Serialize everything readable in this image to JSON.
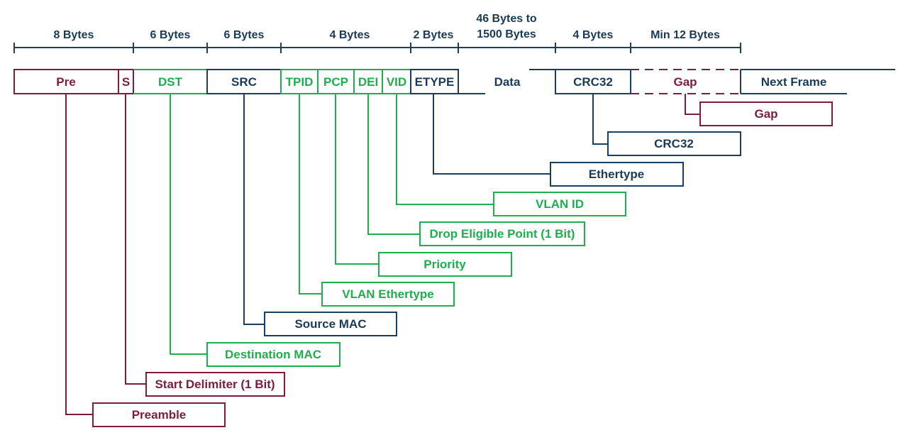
{
  "colors": {
    "maroon": "#7d1c3c",
    "navy": "#173f5f",
    "green": "#1fae4e",
    "text_dark": "#1b3a57"
  },
  "headers": {
    "pre": "8 Bytes",
    "dst": "6 Bytes",
    "src": "6 Bytes",
    "vlan": "4 Bytes",
    "etype": "2 Bytes",
    "data_line1": "46 Bytes to",
    "data_line2": "1500 Bytes",
    "crc": "4 Bytes",
    "gap": "Min 12 Bytes"
  },
  "fields": {
    "pre": "Pre",
    "s": "S",
    "dst": "DST",
    "src": "SRC",
    "tpid": "TPID",
    "pcp": "PCP",
    "dei": "DEI",
    "vid": "VID",
    "etype": "ETYPE",
    "data": "Data",
    "crc": "CRC32",
    "gap": "Gap",
    "next": "Next Frame"
  },
  "labels": {
    "gap": "Gap",
    "crc": "CRC32",
    "ethertype": "Ethertype",
    "vlan_id": "VLAN ID",
    "dei": "Drop Eligible Point (1 Bit)",
    "priority": "Priority",
    "vlan_ethertype": "VLAN Ethertype",
    "source_mac": "Source MAC",
    "destination_mac": "Destination MAC",
    "start_delimiter": "Start Delimiter (1 Bit)",
    "preamble": "Preamble"
  }
}
